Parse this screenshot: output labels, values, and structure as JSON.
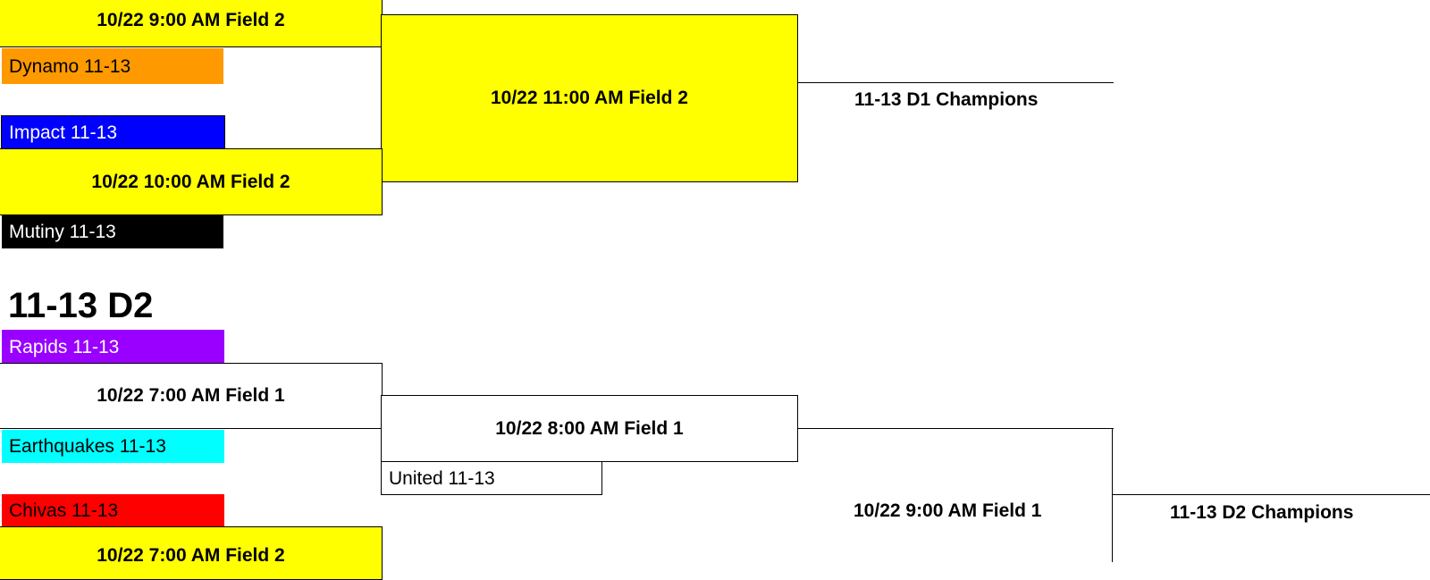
{
  "colors": {
    "game_highlight": "#ffff00",
    "dynamo": "#ff9900",
    "impact": "#0000ff",
    "mutiny": "#000000",
    "rapids": "#9900ff",
    "earthquakes": "#00ffff",
    "chivas": "#ff0000",
    "united": "#ffffff"
  },
  "d1": {
    "games": {
      "semi1": "10/22 9:00 AM Field 2",
      "semi2": "10/22 10:00 AM Field 2",
      "final": "10/22 11:00 AM Field 2"
    },
    "teams": {
      "dynamo": "Dynamo 11-13",
      "impact": "Impact 11-13",
      "mutiny": "Mutiny 11-13"
    },
    "champion": "11-13 D1 Champions"
  },
  "d2": {
    "title": "11-13 D2",
    "teams": {
      "rapids": "Rapids 11-13",
      "earthquakes": "Earthquakes 11-13",
      "united": "United 11-13",
      "chivas": "Chivas 11-13"
    },
    "games": {
      "r1_field1": "10/22 7:00 AM Field 1",
      "r2_field1": "10/22 8:00 AM Field 1",
      "final": "10/22 9:00 AM Field 1",
      "r1_field2": "10/22 7:00 AM Field 2"
    },
    "champion": "11-13 D2 Champions"
  }
}
